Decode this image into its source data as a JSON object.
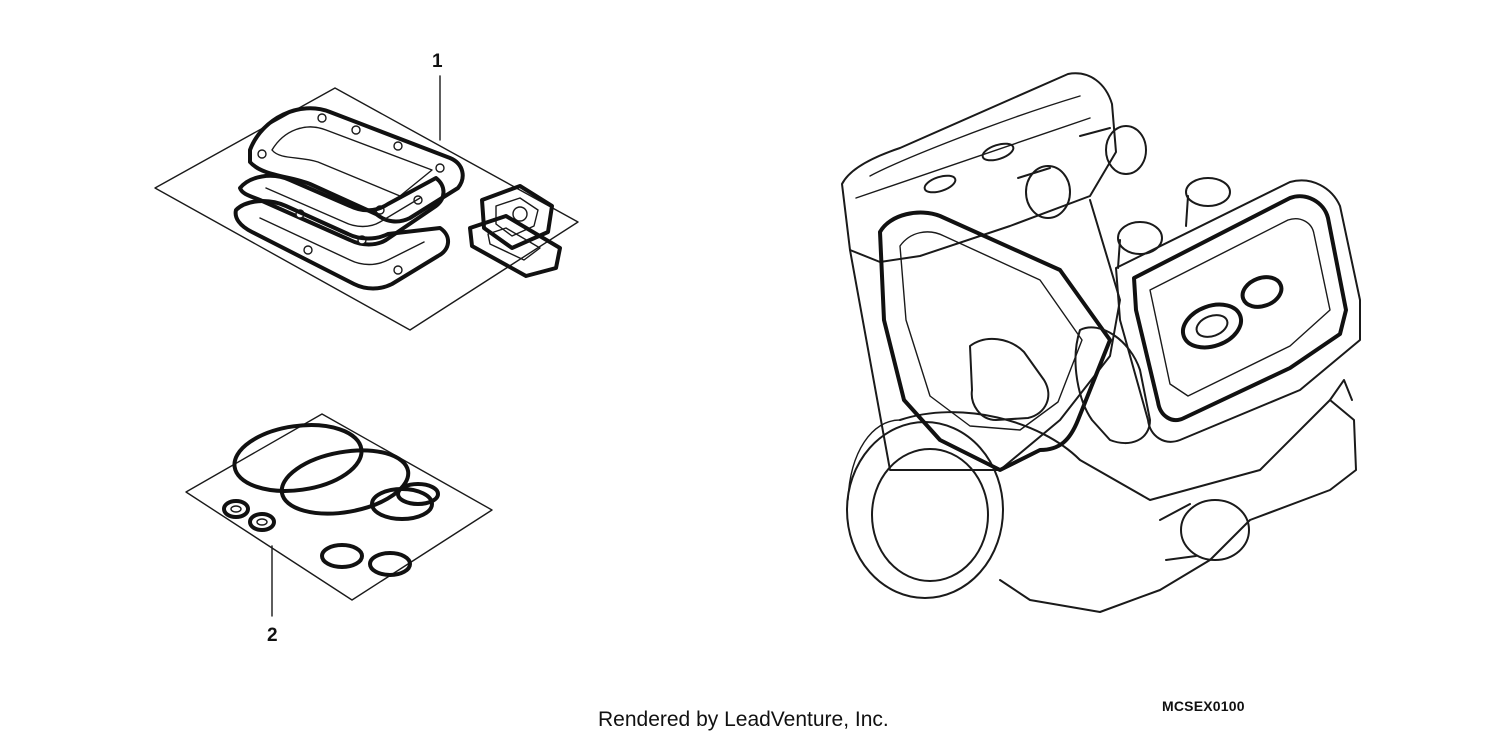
{
  "callouts": [
    {
      "id": "1",
      "label": "1"
    },
    {
      "id": "2",
      "label": "2"
    }
  ],
  "diagram_code": "MCSEX0100",
  "credit": "Rendered by LeadVenture, Inc.",
  "parts": [
    {
      "ref": "1",
      "icon": "gasket-kit-a-icon"
    },
    {
      "ref": "2",
      "icon": "gasket-kit-b-icon"
    },
    {
      "ref": "",
      "icon": "v-twin-engine-icon"
    }
  ],
  "colors": {
    "background": "#ffffff",
    "line": "#1a1a1a"
  }
}
